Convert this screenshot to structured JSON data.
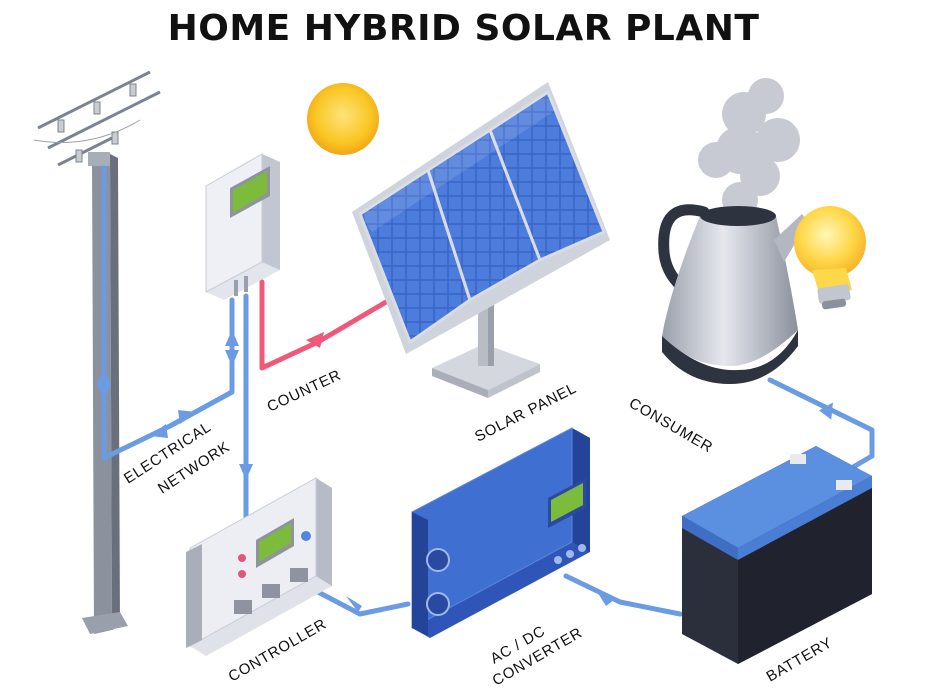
{
  "title": "HOME HYBRID SOLAR PLANT",
  "labels": {
    "counter": "COUNTER",
    "solar_panel": "SOLAR PANEL",
    "consumer": "CONSUMER",
    "electrical_network_1": "ELECTRICAL",
    "electrical_network_2": "NETWORK",
    "controller": "CONTROLLER",
    "converter_1": "AC / DC",
    "converter_2": "CONVERTER",
    "battery": "BATTERY"
  },
  "colors": {
    "flow_blue": "#6a9be3",
    "solar_flow_pink": "#f0587a",
    "panel_blue": "#2f55b8",
    "device_blue": "#3f6fd0",
    "screen_green": "#7dbb3c",
    "sun_yellow": "#f9c623",
    "battery_dark": "#2b2f3c"
  }
}
